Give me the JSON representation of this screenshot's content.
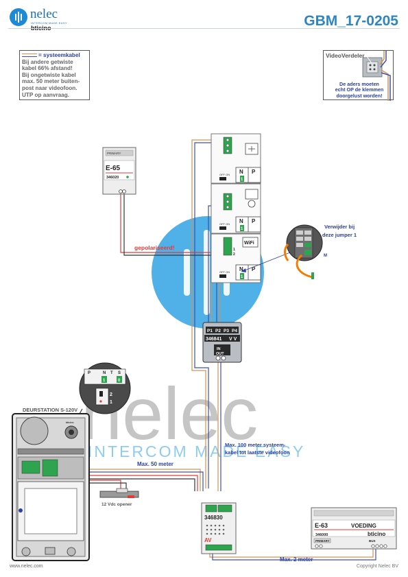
{
  "header": {
    "logo_word": "nelec",
    "logo_tagline": "INTERCOM MADE EASY",
    "logo_brand": "bticino",
    "doc_code": "GBM_17-0205"
  },
  "note": {
    "legend": "= systeemkabel",
    "lines": [
      "Bij andere getwiste",
      "kabel 66% afstand!",
      "Bij ongetwiste kabel",
      "max. 50 meter buiten-",
      "post naar videofoon.",
      "UTP op aanvraag."
    ]
  },
  "videoverdeler": {
    "title": "VideoVerdeler",
    "message": [
      "De aders moeten",
      "echt OP de klemmen",
      "doorgelust worden!"
    ]
  },
  "devices": {
    "e65": {
      "model": "E-65",
      "part": "346020",
      "small": "PRIMARY"
    },
    "distributor": {
      "ports": [
        "P1",
        "P2",
        "P3",
        "P4"
      ],
      "part": "346841",
      "vv": "V V",
      "in": "IN",
      "out": "OUT"
    },
    "module": {
      "part": "346830",
      "av": "AV"
    },
    "e63": {
      "model": "E-63",
      "title": "VOEDING",
      "part": "346000",
      "brand": "bticino",
      "primary": "PRIMARY",
      "bus": "BUS"
    },
    "indoor_terminals": {
      "n": "N",
      "p": "P",
      "one": "1",
      "two": "2",
      "off_on": "OFF ON",
      "wifi": "WiFi"
    },
    "jumper_detail": {
      "p": "P",
      "n": "N",
      "t": "T",
      "s": "S",
      "one": "1",
      "zero": "0",
      "two": "2",
      "one_b": "1"
    },
    "outdoor_brand": "bticino"
  },
  "labels": {
    "gepolariseerd": "gepolariseerd!",
    "jumper": [
      "Verwijder bij",
      "deze jumper 1"
    ],
    "jumper_m": "M",
    "deurstation": "DEURSTATION S-120V",
    "max50": "Max. 50 meter",
    "max100": [
      "Max. 100 meter systeem-",
      "kabel tot laatste videofoon"
    ],
    "max2": "Max. 2 meter",
    "opener": "12 Vdc opener"
  },
  "watermark": {
    "word": "nelec",
    "tagline": "INTERCOM MADE EASY"
  },
  "footer": {
    "website": "www.nelec.com",
    "copyright": "Copyright Nelec BV"
  },
  "colors": {
    "accent": "#2e86c1",
    "label_blue": "#2a3fa0",
    "red": "#e53935",
    "orange": "#f57c00",
    "green": "#2ea44f",
    "cable_orange": "#d9904a",
    "cable_blue": "#3a4fb0",
    "watermark_blue": "#1e9be0"
  }
}
